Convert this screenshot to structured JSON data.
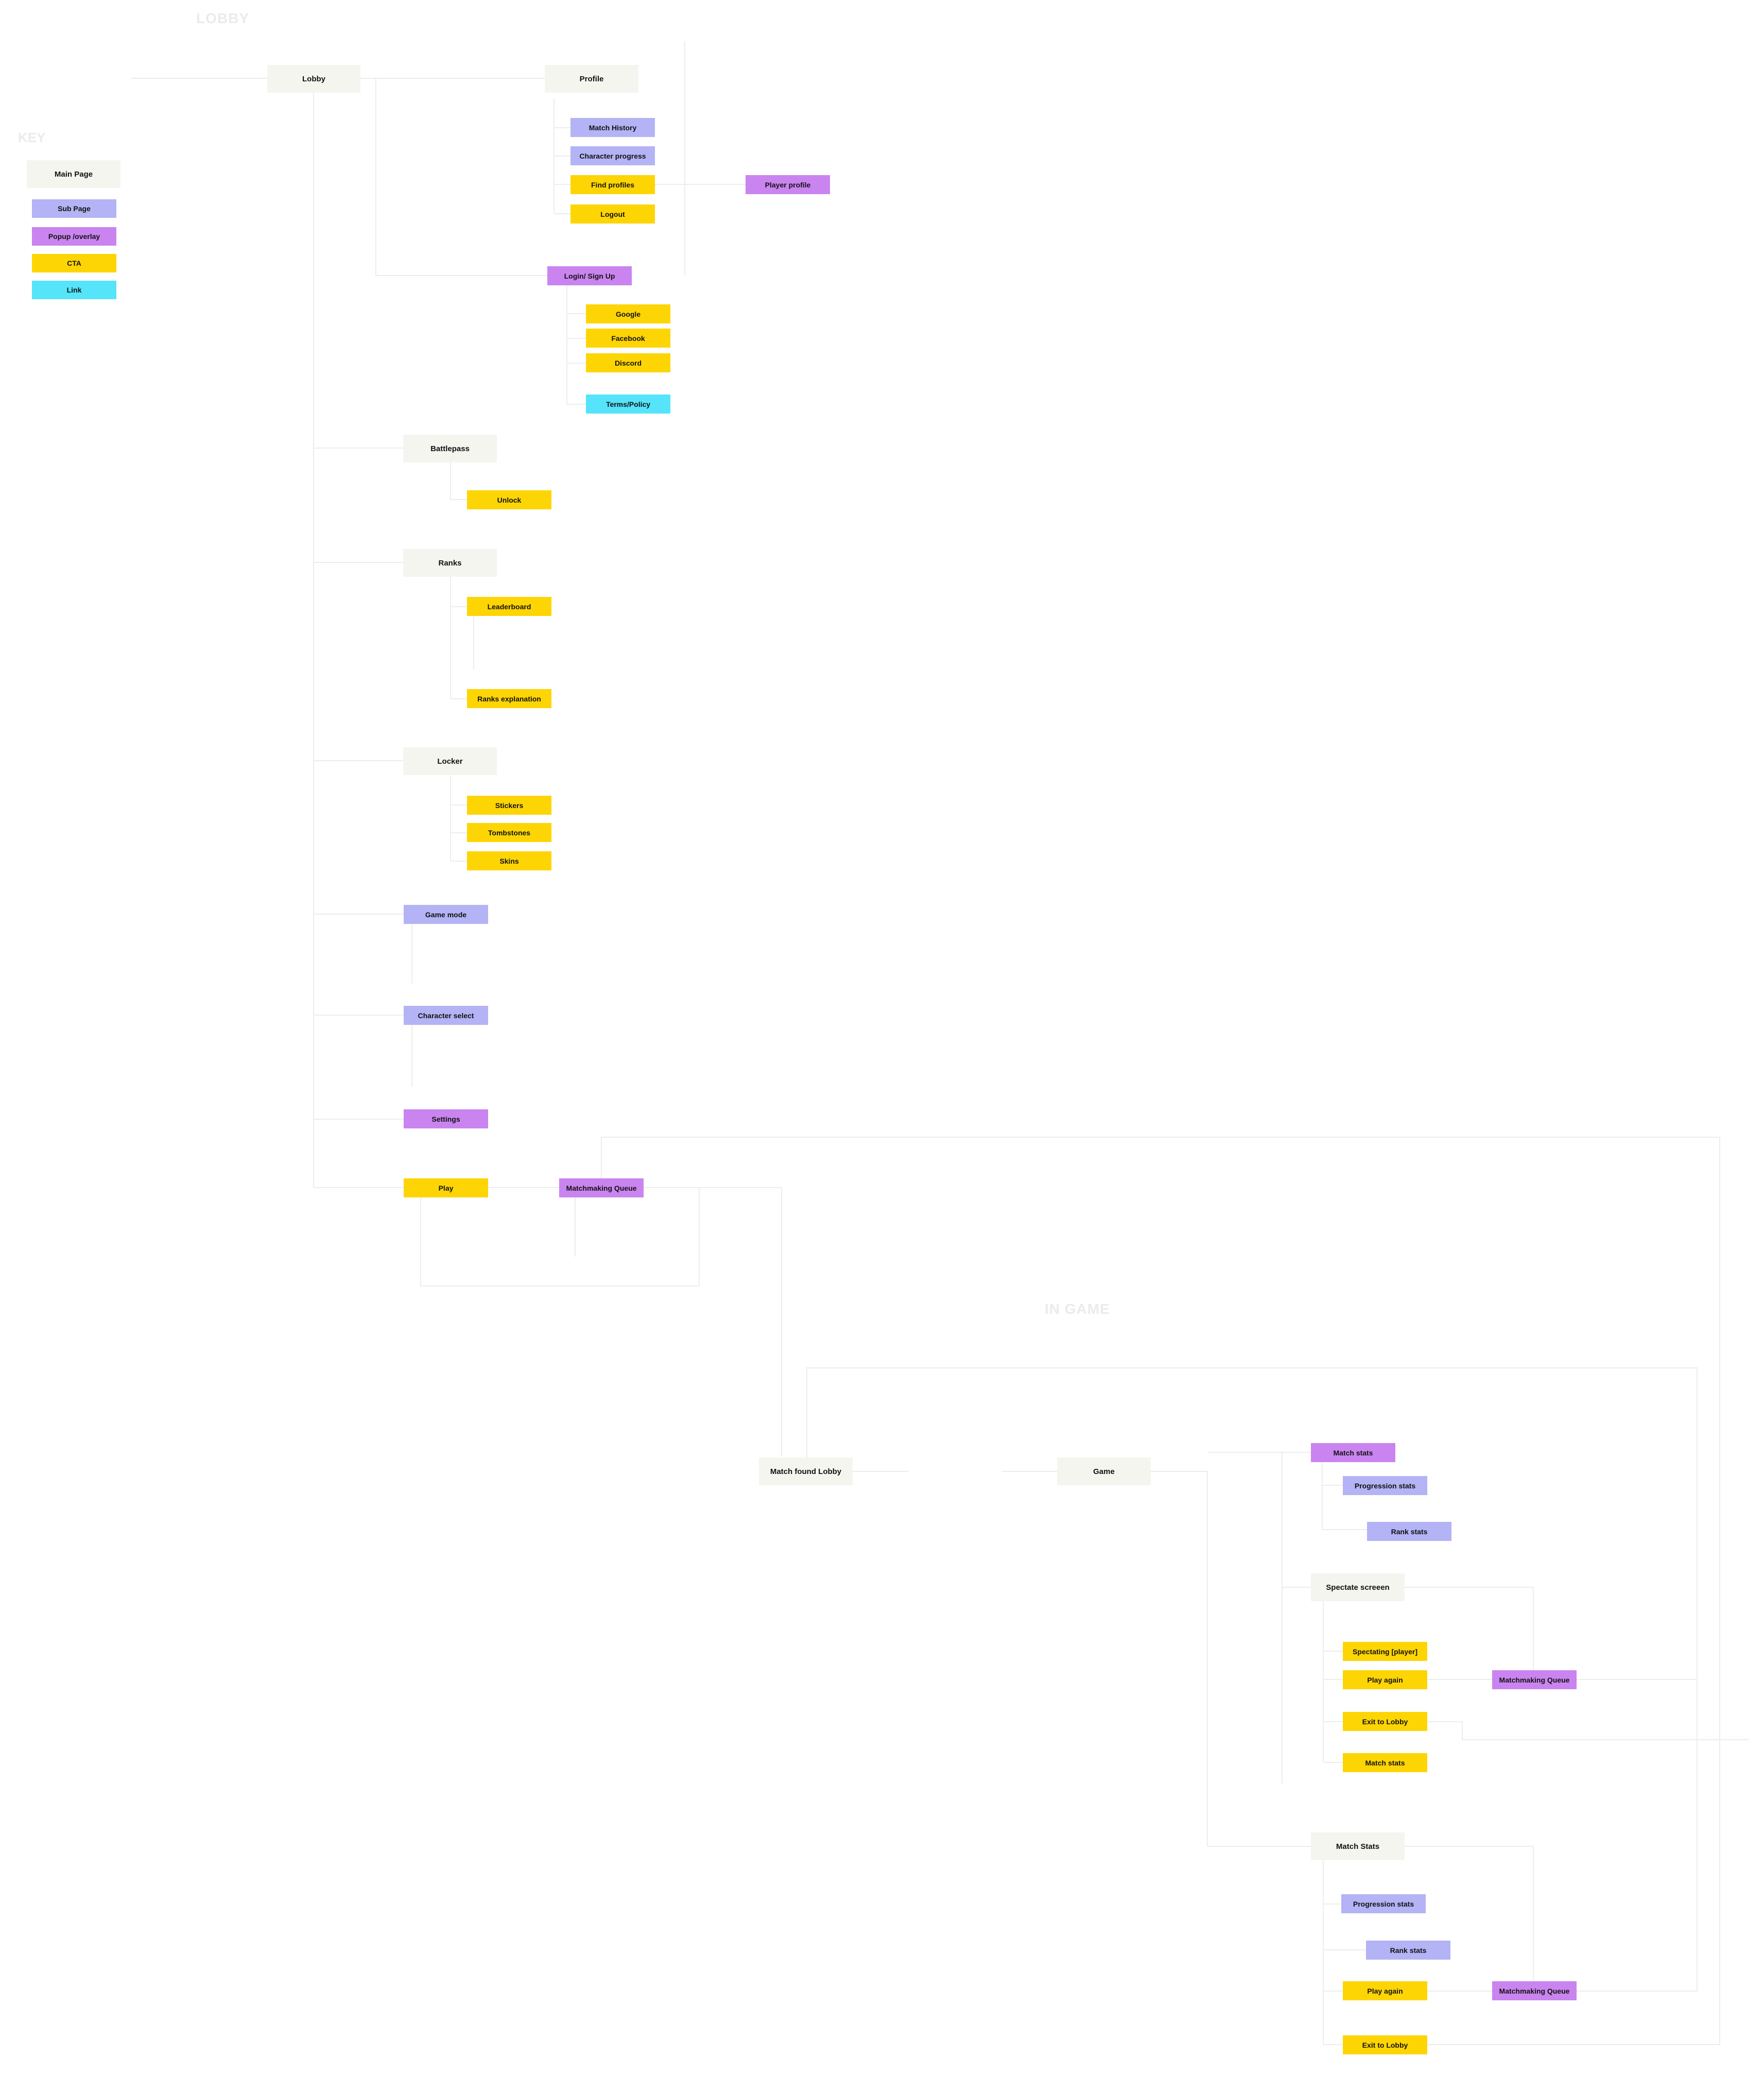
{
  "sections": {
    "lobby": "LOBBY",
    "in_game": "IN GAME",
    "key": "KEY"
  },
  "key": {
    "main_page": "Main Page",
    "sub_page": "Sub Page",
    "popup": "Popup /overlay",
    "cta": "CTA",
    "link": "Link"
  },
  "lobby": {
    "lobby": "Lobby",
    "profile": "Profile",
    "match_history": "Match History",
    "character_progress": "Character progress",
    "find_profiles": "Find profiles",
    "logout": "Logout",
    "player_profile": "Player profile",
    "login_signup": "Login/ Sign Up",
    "google": "Google",
    "facebook": "Facebook",
    "discord": "Discord",
    "terms_policy": "Terms/Policy",
    "battlepass": "Battlepass",
    "unlock": "Unlock",
    "ranks": "Ranks",
    "leaderboard": "Leaderboard",
    "ranks_explanation": "Ranks explanation",
    "locker": "Locker",
    "stickers": "Stickers",
    "tombstones": "Tombstones",
    "skins": "Skins",
    "game_mode": "Game mode",
    "character_select": "Character select",
    "settings": "Settings",
    "play": "Play",
    "matchmaking_queue": "Matchmaking Queue"
  },
  "in_game": {
    "match_found_lobby": "Match found Lobby",
    "game": "Game",
    "match_stats_popup": "Match stats",
    "progression_stats": "Progression stats",
    "rank_stats": "Rank stats",
    "spectate_screen": "Spectate screeen",
    "spectating_player": "Spectating [player]",
    "play_again": "Play again",
    "matchmaking_queue": "Matchmaking Queue",
    "exit_to_lobby": "Exit to Lobby",
    "match_stats_cta": "Match stats",
    "match_stats_page": "Match Stats",
    "progression_stats_2": "Progression stats",
    "rank_stats_2": "Rank stats",
    "play_again_2": "Play again",
    "matchmaking_queue_2": "Matchmaking Queue",
    "exit_to_lobby_2": "Exit to Lobby"
  },
  "colors": {
    "main": "#f5f5f0",
    "sub": "#b3b3f5",
    "popup": "#ca84ef",
    "cta": "#fed504",
    "link": "#55e4fa",
    "connector": "#ededea"
  }
}
